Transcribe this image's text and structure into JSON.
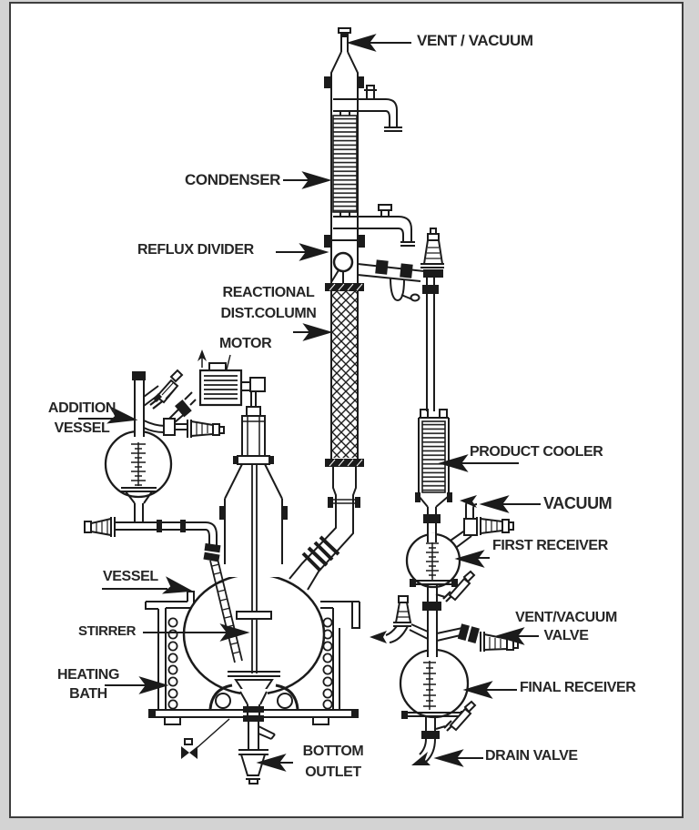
{
  "page": {
    "background_color": "#d3d3d3",
    "paper_color": "#ffffff",
    "border_color": "#3e3e3e",
    "ink_color": "#1b1b1b",
    "label_color": "#262626"
  },
  "labels": {
    "vent_vacuum": "VENT / VACUUM",
    "condenser": "CONDENSER",
    "reflux_divider": "REFLUX DIVIDER",
    "reactional_1": "REACTIONAL",
    "reactional_2": "DIST.COLUMN",
    "motor": "MOTOR",
    "addition_1": "ADDITION",
    "addition_2": "VESSEL",
    "product_cooler": "PRODUCT COOLER",
    "vacuum": "VACUUM",
    "first_receiver": "FIRST RECEIVER",
    "vessel": "VESSEL",
    "stirrer": "STIRRER",
    "heating_1": "HEATING",
    "heating_2": "BATH",
    "bottom_outlet_1": "BOTTOM",
    "bottom_outlet_2": "OUTLET",
    "vent_vacuum_valve_1": "VENT/VACUUM",
    "vent_vacuum_valve_2": "VALVE",
    "final_receiver": "FINAL RECEIVER",
    "drain_valve": "DRAIN VALVE"
  }
}
